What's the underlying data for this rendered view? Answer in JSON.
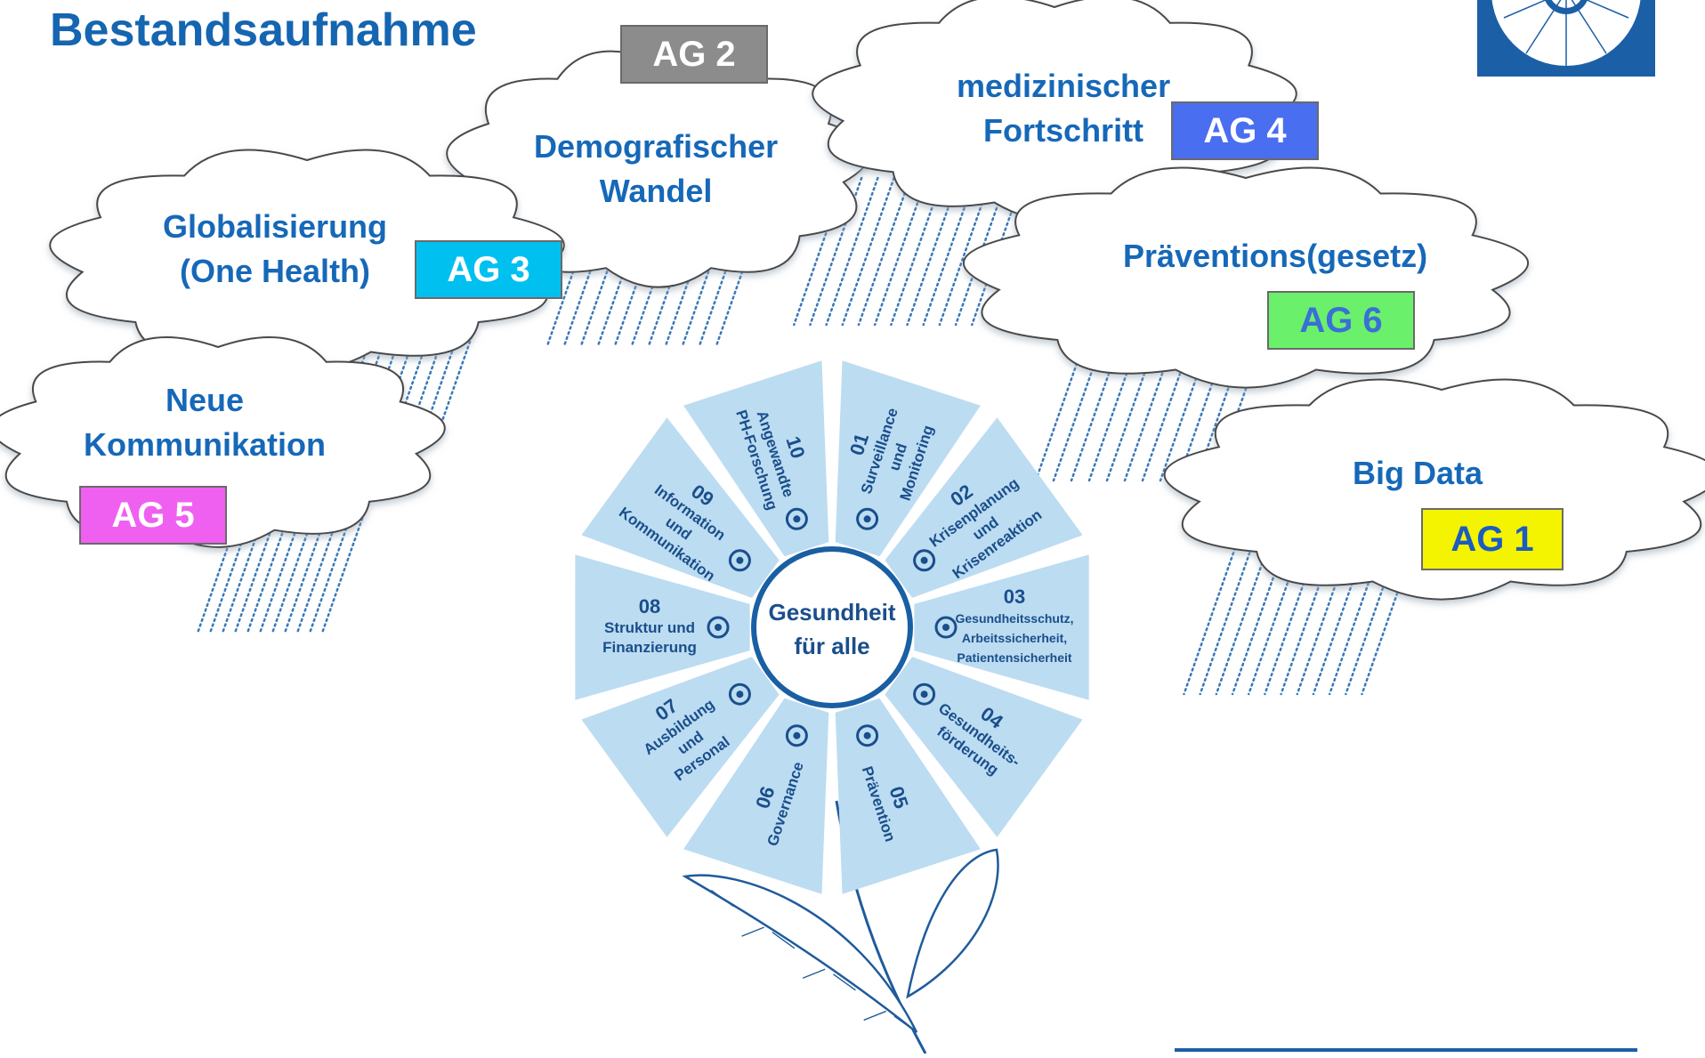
{
  "title": "Bestandsaufnahme",
  "colors": {
    "title": "#1565b0",
    "petal": "#bcdcf1",
    "petal_text": "#1a4e8c",
    "cloud_text": "#1668b8",
    "rain": "#3a78b8"
  },
  "clouds": [
    {
      "id": "demografie",
      "lines": [
        "Demografischer",
        "Wandel"
      ],
      "ag": {
        "label": "AG 2",
        "bg": "#8c8c8c",
        "fg": "#ffffff"
      }
    },
    {
      "id": "medizin",
      "lines": [
        "medizinischer",
        "Fortschritt"
      ],
      "ag": {
        "label": "AG 4",
        "bg": "#4a6ef0",
        "fg": "#ffffff"
      }
    },
    {
      "id": "global",
      "lines": [
        "Globalisierung",
        "(One Health)"
      ],
      "ag": {
        "label": "AG 3",
        "bg": "#00c0f0",
        "fg": "#ffffff"
      }
    },
    {
      "id": "praevention",
      "lines": [
        "Präventions(gesetz)"
      ],
      "ag": {
        "label": "AG 6",
        "bg": "#6bf06b",
        "fg": "#3a6fd8"
      }
    },
    {
      "id": "kommunikation",
      "lines": [
        "Neue",
        "Kommunikation"
      ],
      "ag": {
        "label": "AG 5",
        "bg": "#f060f0",
        "fg": "#ffffff"
      }
    },
    {
      "id": "bigdata",
      "lines": [
        "Big Data"
      ],
      "ag": {
        "label": "AG 1",
        "bg": "#f4f400",
        "fg": "#1a5cc0"
      }
    }
  ],
  "center": [
    "Gesundheit",
    "für alle"
  ],
  "petals": [
    {
      "num": "01",
      "lines": [
        "Surveillance",
        "und",
        "Monitoring"
      ],
      "icon": "binoculars-icon"
    },
    {
      "num": "02",
      "lines": [
        "Krisenplanung",
        "und",
        "Krisenreaktion"
      ],
      "icon": "monitor-icon"
    },
    {
      "num": "03",
      "lines": [
        "Gesundheitsschutz,",
        "Arbeitssicherheit,",
        "Patientensicherheit"
      ],
      "icon": "protect-hands-icon"
    },
    {
      "num": "04",
      "lines": [
        "Gesundheits-",
        "förderung"
      ],
      "icon": "apple-icon"
    },
    {
      "num": "05",
      "lines": [
        "Prävention"
      ],
      "icon": "syringe-icon"
    },
    {
      "num": "06",
      "lines": [
        "Governance"
      ],
      "icon": "building-icon"
    },
    {
      "num": "07",
      "lines": [
        "Ausbildung",
        "und",
        "Personal"
      ],
      "icon": "people-network-icon"
    },
    {
      "num": "08",
      "lines": [
        "Struktur und",
        "Finanzierung"
      ],
      "icon": "scales-icon"
    },
    {
      "num": "09",
      "lines": [
        "Information",
        "und",
        "Kommunikation"
      ],
      "icon": "speech-bubbles-icon"
    },
    {
      "num": "10",
      "lines": [
        "Angewandte",
        "PH-Forschung"
      ],
      "icon": "books-icon"
    }
  ]
}
